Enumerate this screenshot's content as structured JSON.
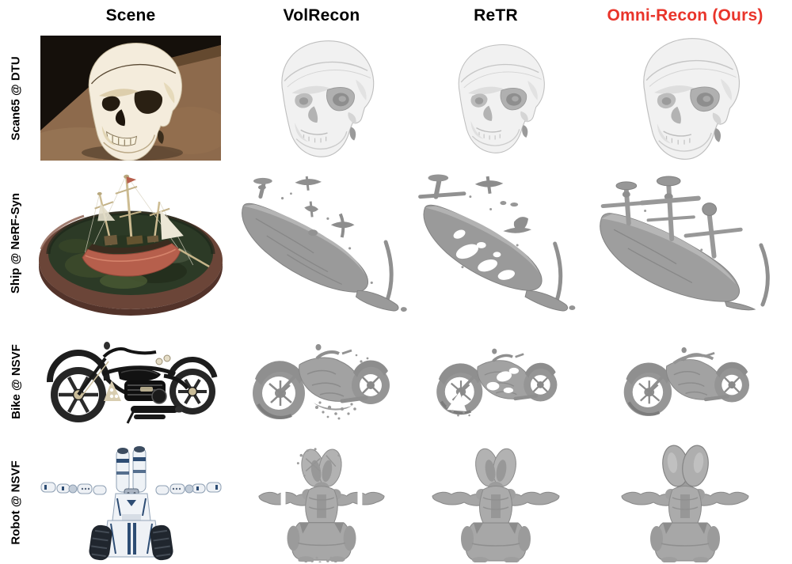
{
  "accent_colors": {
    "ours_header_red": "#e9342a",
    "header_black": "#000000",
    "mesh_gray": "#9e9e9e"
  },
  "figure": {
    "columns": [
      {
        "id": "scene",
        "label": "Scene"
      },
      {
        "id": "volrecon",
        "label": "VolRecon"
      },
      {
        "id": "retr",
        "label": "ReTR"
      },
      {
        "id": "omni",
        "label": "Omni-Recon (Ours)"
      }
    ],
    "rows": [
      {
        "id": "scan65",
        "label": "Scan65 @ DTU",
        "scene_object": "skull",
        "cells": [
          "skull-photograph",
          "skull-mesh",
          "skull-mesh",
          "skull-mesh"
        ]
      },
      {
        "id": "ship",
        "label": "Ship @ NeRF-Syn",
        "scene_object": "ship",
        "cells": [
          "ship-render",
          "ship-mesh",
          "ship-mesh-fragmented",
          "ship-mesh-complete"
        ]
      },
      {
        "id": "bike",
        "label": "Bike @ NSVF",
        "scene_object": "motorbike",
        "cells": [
          "motorbike-render",
          "bike-mesh-noisy",
          "bike-mesh-fragmented",
          "bike-mesh-clean"
        ]
      },
      {
        "id": "robot",
        "label": "Robot @ NSVF",
        "scene_object": "robot",
        "cells": [
          "robot-render",
          "robot-mesh-noisy",
          "robot-mesh",
          "robot-mesh-clean"
        ]
      }
    ]
  }
}
